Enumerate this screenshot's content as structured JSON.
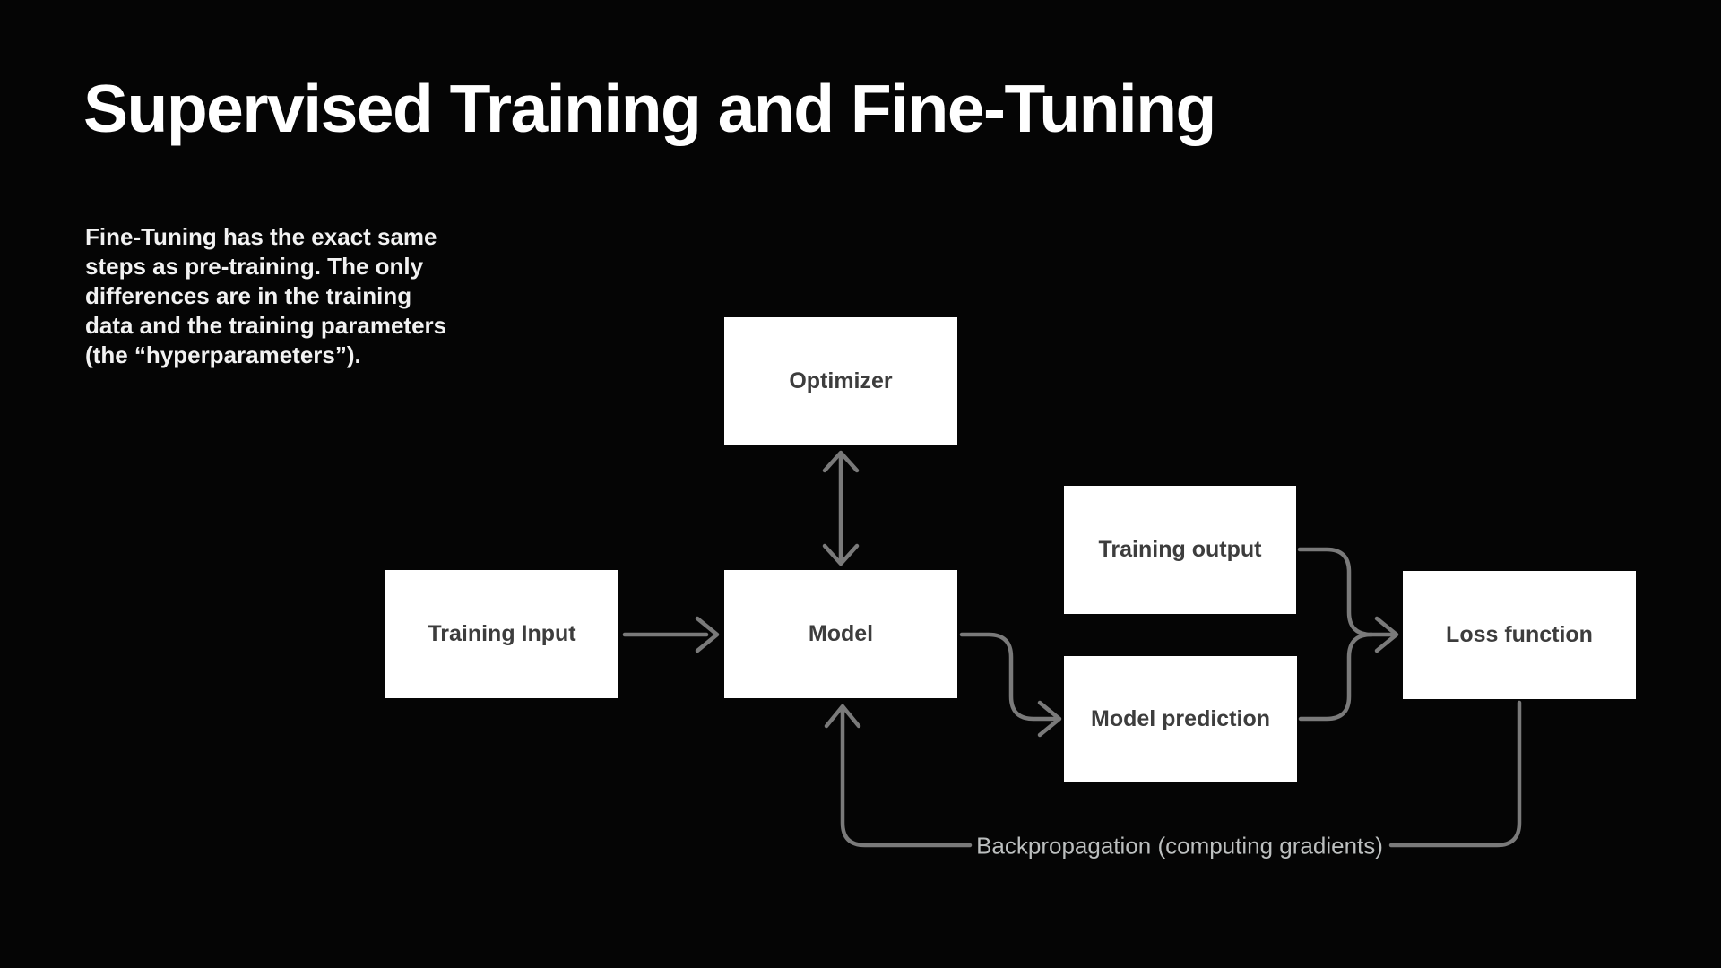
{
  "slide": {
    "title": "Supervised Training and Fine-Tuning",
    "description_lines": [
      "Fine-Tuning has the exact same",
      "steps as pre-training. The only",
      "differences are in the training",
      "data and the training parameters",
      "(the “hyperparameters”)."
    ]
  },
  "diagram": {
    "nodes": {
      "optimizer": {
        "label": "Optimizer"
      },
      "training_input": {
        "label": "Training Input"
      },
      "model": {
        "label": "Model"
      },
      "training_output": {
        "label": "Training output"
      },
      "model_prediction": {
        "label": "Model prediction"
      },
      "loss_function": {
        "label": "Loss function"
      }
    },
    "backprop_label": "Backpropagation (computing gradients)"
  },
  "colors": {
    "background": "#050505",
    "node_fill": "#ffffff",
    "node_text": "#3d3d3d",
    "connector": "#7a7a7a",
    "backprop_text": "#bcbfbf",
    "title_text": "#ffffff"
  }
}
